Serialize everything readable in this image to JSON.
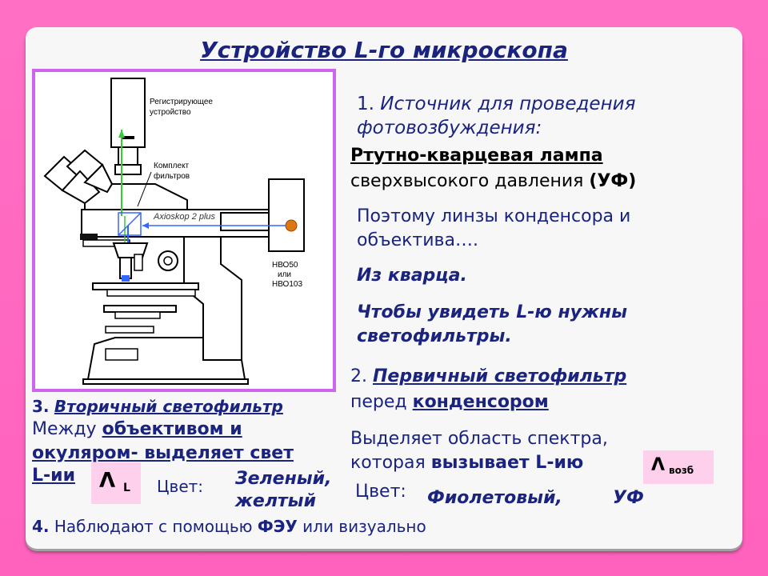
{
  "title": "Устройство L-го микроскопа",
  "diagram": {
    "label_recorder_1": "Регистрирующее",
    "label_recorder_2": "устройство",
    "label_filters_1": "Комплект",
    "label_filters_2": "фильтров",
    "label_model": "Axioskop 2 plus",
    "label_lamp_1": "НВО50",
    "label_lamp_2": "или",
    "label_lamp_3": "НВО103"
  },
  "source": {
    "heading_num": "1.",
    "heading_line1": "Источник для проведения",
    "heading_line2": "фотовозбуждения:",
    "lamp_bold": "Ртутно-кварцевая лампа",
    "lamp_rest": "сверхвысокого давления",
    "lamp_uv": "(УФ)",
    "lens_line1": "Поэтому линзы конденсора и",
    "lens_line2": "объектива….",
    "quartz": "Из кварца.",
    "filters_line1": "Чтобы увидеть L-ю нужны",
    "filters_line2": "светофильтры."
  },
  "primary": {
    "num": "2.",
    "heading": "Первичный светофильтр",
    "before": "перед",
    "condenser": "конденсором",
    "desc_line1": "Выделяет область спектра,",
    "desc_line2_a": "которая",
    "desc_line2_b": "вызывает L-ию",
    "lambda": "Λ",
    "lambda_sub": "возб",
    "color_label": "Цвет:",
    "color_violet": "Фиолетовый,",
    "color_uv": "УФ"
  },
  "secondary": {
    "num": "3.",
    "heading": "Вторичный светофильтр",
    "line1_a": "Между",
    "line1_b": "объективом и",
    "line2": "окуляром- выделяет свет",
    "line3": "L-ии",
    "lambda": "Λ",
    "lambda_sub": "L",
    "color_label": "Цвет:",
    "color_1": "Зеленый,",
    "color_2": "желтый"
  },
  "observe": {
    "num": "4.",
    "text_a": "Наблюдают с помощью",
    "text_b": "ФЭУ",
    "text_c": "или визуально"
  },
  "colors": {
    "title_blue": "#1a237e",
    "frame_violet": "#cc66ee",
    "highlight_pink": "#ffd0ec",
    "background_pink": "#ff66c0",
    "beam_green": "#33cc33",
    "beam_blue": "#3366ff",
    "lamp_orange": "#dd7711"
  }
}
